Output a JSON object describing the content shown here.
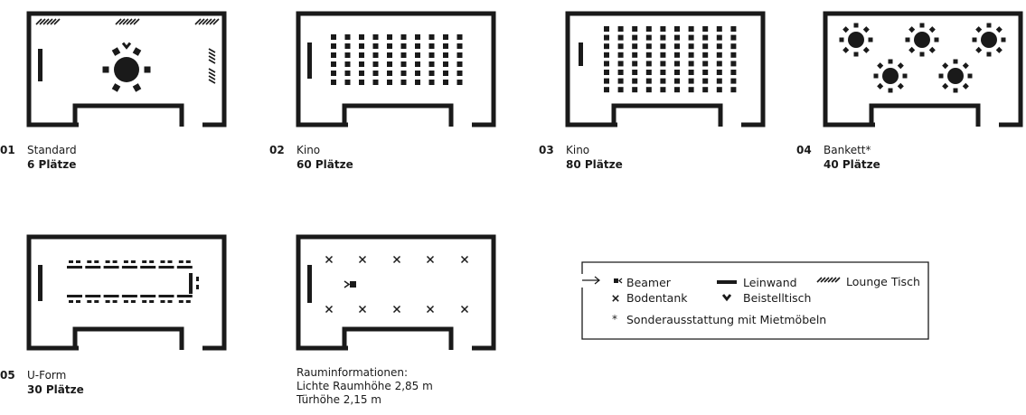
{
  "colors": {
    "ink": "#1a1a1a",
    "background": "#ffffff"
  },
  "rooms": [
    {
      "number": "01",
      "label": "Standard",
      "seats": "6 Plätze"
    },
    {
      "number": "02",
      "label": "Kino",
      "seats": "60 Plätze"
    },
    {
      "number": "03",
      "label": "Kino",
      "seats": "80 Plätze"
    },
    {
      "number": "04",
      "label": "Bankett*",
      "seats": "40 Plätze"
    },
    {
      "number": "05",
      "label": "U-Form",
      "seats": "30 Plätze"
    }
  ],
  "room_info": {
    "title": "Rauminformationen:",
    "lines": [
      "Lichte Raumhöhe 2,85 m",
      "Türhöhe 2,15 m"
    ]
  },
  "legend": {
    "items": [
      {
        "icon": "beamer-icon",
        "label": "Beamer"
      },
      {
        "icon": "screen-icon",
        "label": "Leinwand"
      },
      {
        "icon": "lounge-table-icon",
        "label": "Lounge Tisch"
      },
      {
        "icon": "floor-tank-icon",
        "label": "Bodentank"
      },
      {
        "icon": "side-table-icon",
        "label": "Beistelltisch"
      }
    ],
    "note": "Sonderausstattung mit Mietmöbeln"
  }
}
